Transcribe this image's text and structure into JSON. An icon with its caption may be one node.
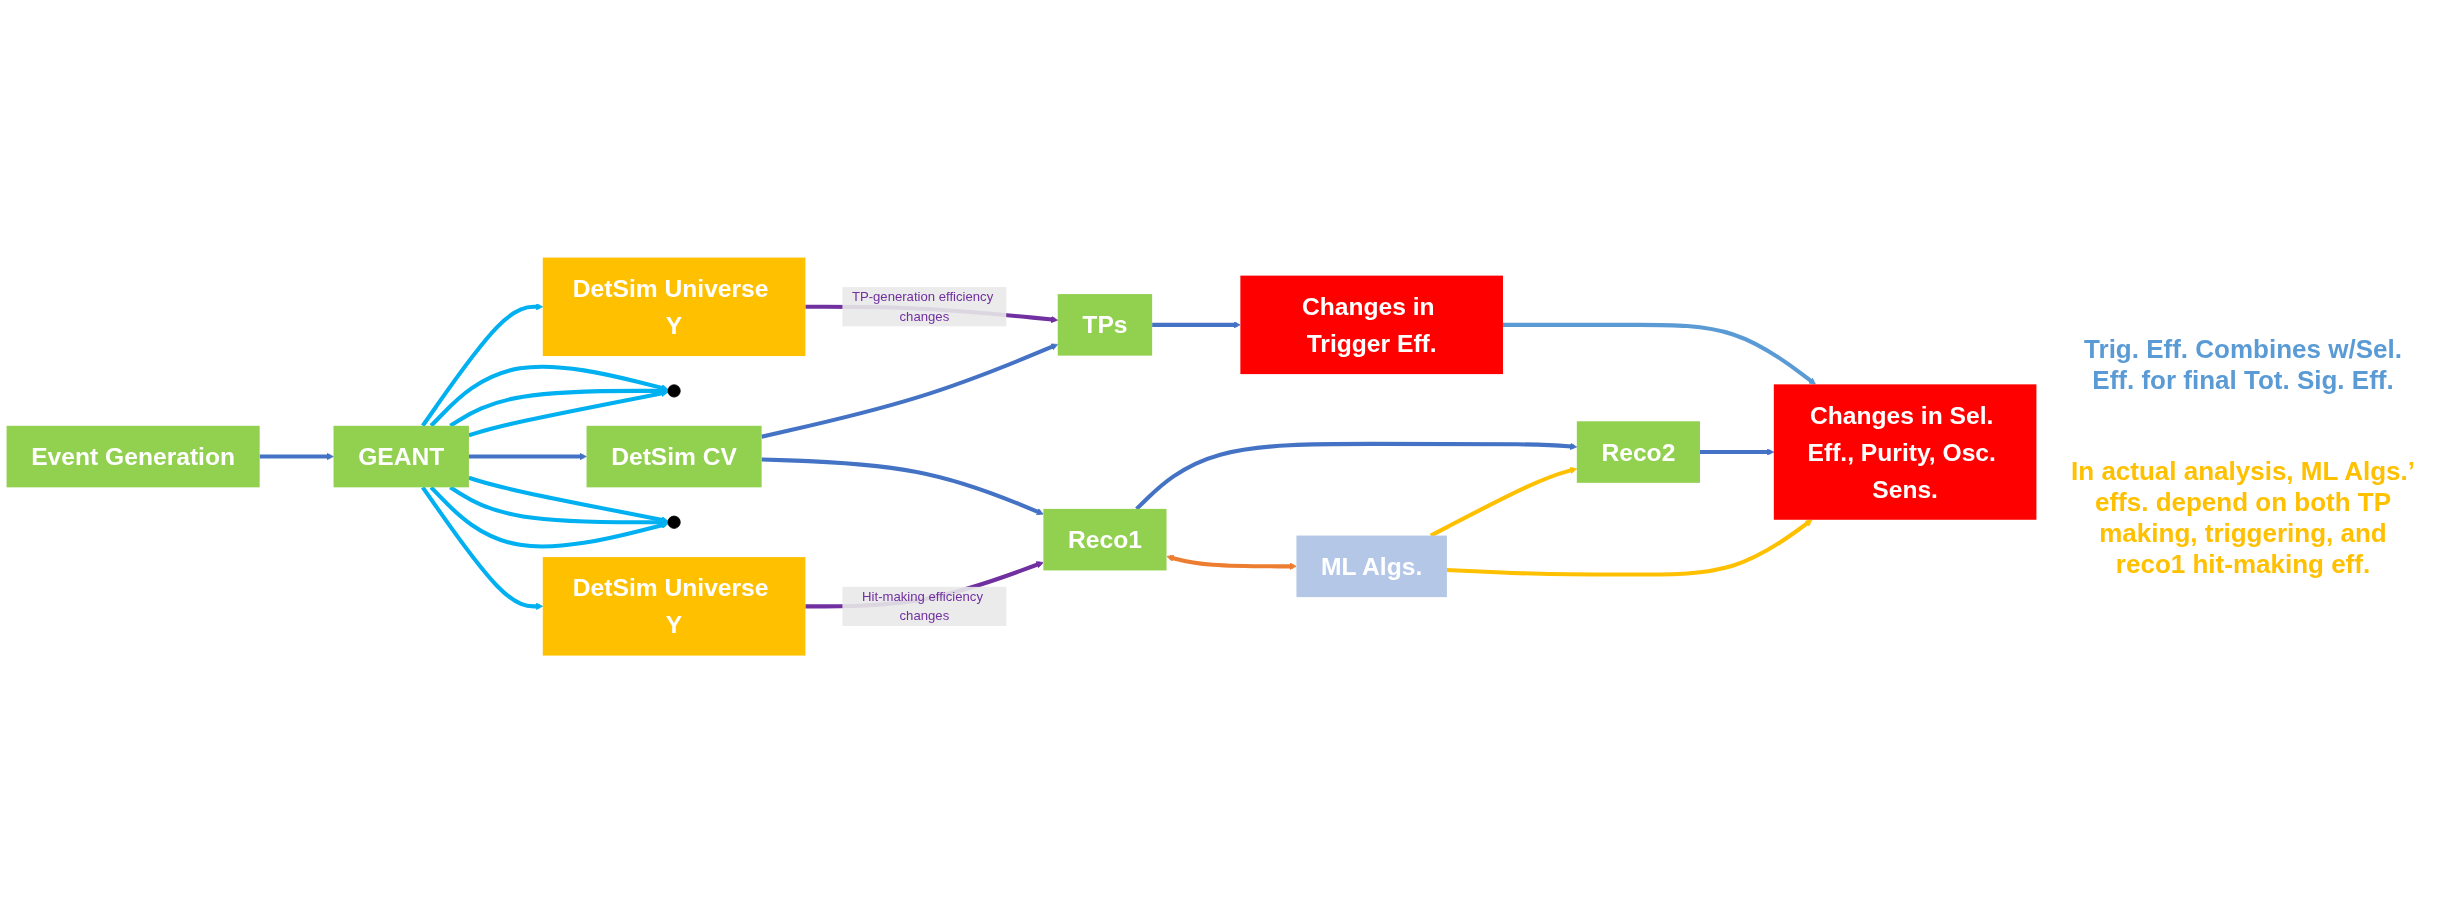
{
  "diagram": {
    "nodes": [
      {
        "text": [
          "Event Generation"
        ]
      },
      {
        "text": [
          "GEANT"
        ]
      },
      {
        "text": [
          "DetSim Universe Y"
        ]
      },
      {
        "text": [],
        "shape": "dots"
      },
      {
        "text": [
          "DetSim CV"
        ]
      },
      {
        "text": [],
        "shape": "dots"
      },
      {
        "text": [
          "DetSim Universe Y"
        ]
      },
      {
        "text": [
          "TPs"
        ]
      },
      {
        "text": [
          "Reco2"
        ]
      },
      {
        "text": [
          "Reco1"
        ]
      },
      {
        "text": [
          "ML Algs."
        ]
      },
      {
        "text": [
          "Changes in Trigger Eff."
        ]
      },
      {
        "text": [
          "Changes in Sel. Eff., Purity, Osc. Sens."
        ]
      }
    ],
    "edges": [
      {
        "from": 0,
        "to": 1,
        "arrow": "to"
      },
      {
        "from": 1,
        "to": 2,
        "arrow": "to",
        "color": "#00b0f0"
      },
      {
        "from": 1,
        "to": 3,
        "arrow": "to",
        "color": "#00b0f0"
      },
      {
        "from": 1,
        "to": 3,
        "arrow": "to",
        "color": "#00b0f0"
      },
      {
        "from": 1,
        "to": 3,
        "arrow": "to",
        "color": "#00b0f0"
      },
      {
        "from": 1,
        "to": 4,
        "arrow": "to"
      },
      {
        "from": 1,
        "to": 5,
        "arrow": "to",
        "color": "#00b0f0"
      },
      {
        "from": 1,
        "to": 5,
        "arrow": "to",
        "color": "#00b0f0"
      },
      {
        "from": 1,
        "to": 5,
        "arrow": "to",
        "color": "#00b0f0"
      },
      {
        "from": 1,
        "to": 6,
        "arrow": "to",
        "color": "#00b0f0"
      },
      {
        "from": 2,
        "to": 7,
        "arrow": "to",
        "label": "TP-generation efficiency changes",
        "color": "#7030a0"
      },
      {
        "from": 4,
        "to": 7,
        "arrow": "to"
      },
      {
        "from": 4,
        "to": 9,
        "arrow": "to"
      },
      {
        "from": 6,
        "to": 9,
        "arrow": "to",
        "label": "Hit-making efficiency changes",
        "color": "#7030a0"
      },
      {
        "from": 7,
        "to": 11,
        "arrow": "to"
      },
      {
        "from": 11,
        "to": 12,
        "arrow": "to",
        "color": "#5b9bd5"
      },
      {
        "from": 8,
        "to": 12,
        "arrow": "to"
      },
      {
        "from": 9,
        "to": 8,
        "arrow": "to"
      },
      {
        "from": 9,
        "to": 10,
        "arrow": "both",
        "color": "#ed7d31"
      },
      {
        "from": 10,
        "to": 8,
        "arrow": "to",
        "color": "#ffc000"
      },
      {
        "from": 10,
        "to": 12,
        "arrow": "to",
        "color": "#ffc000"
      }
    ],
    "labels": [
      "Trig. Eff. Combines w/Sel. Eff. for final Tot. Sig. Eff.",
      "In actual analysis, ML Algs.’ effs. depend on both TP making, triggering, and reco1 hit-making eff."
    ]
  }
}
